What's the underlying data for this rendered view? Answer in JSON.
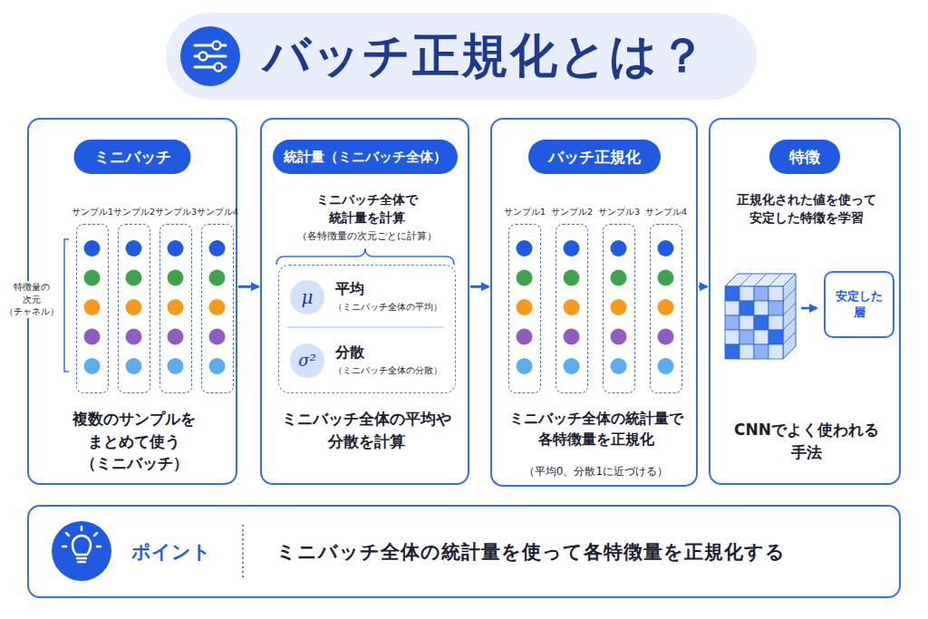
{
  "diagram": {
    "title": "バッチ正規化とは？",
    "nodes": [
      {
        "text": [
          "複数のサンプルを まとめて使う （ミニバッチ）"
        ]
      },
      {
        "text": [
          "ミニバッチ"
        ],
        "in": 0
      },
      {
        "text": [
          "サンプル1"
        ],
        "in": 0
      },
      {
        "text": [
          "サンプル2"
        ],
        "in": 0
      },
      {
        "text": [
          "サンプル3"
        ],
        "in": 0
      },
      {
        "text": [
          "サンプル4"
        ],
        "in": 0
      },
      {
        "text": [
          "ミニバッチ全体で 統計量を計算",
          "（各特徴量の次元ごとに計算）",
          "ミニバッチ全体の平均や 分散を計算"
        ]
      },
      {
        "text": [
          "統計量（ミニバッチ全体）"
        ],
        "in": 6
      },
      {
        "text": [
          "平均",
          "（ミニバッチ全体の平均）",
          "分散",
          "（ミニバッチ全体の分散）"
        ],
        "in": 6
      },
      {
        "text": [
          "μ"
        ],
        "in": 8
      },
      {
        "text": [
          "σ²"
        ],
        "in": 8
      },
      {
        "text": [
          "ミニバッチ全体の統計量で 各特徴量を正規化",
          "（平均0、分散1に近づける）"
        ]
      },
      {
        "text": [
          "バッチ正規化"
        ],
        "in": 11
      },
      {
        "text": [
          "サンプル1"
        ],
        "in": 11
      },
      {
        "text": [
          "サンプル2"
        ],
        "in": 11
      },
      {
        "text": [
          "サンプル3"
        ],
        "in": 11
      },
      {
        "text": [
          "サンプル4"
        ],
        "in": 11
      },
      {
        "text": [
          "正規化された値を使って 安定した特徴を学習",
          "CNNでよく使われる 手法"
        ]
      },
      {
        "text": [
          "特徴"
        ],
        "in": 17
      },
      {
        "text": [
          "安定した 層"
        ],
        "in": 17
      },
      {
        "text": [
          "ポイント",
          "ミニバッチ全体の統計量を使って各特徴量を正規化する"
        ]
      }
    ],
    "edges": [
      {
        "from": 0,
        "to": 6,
        "arrow": "to"
      },
      {
        "from": 6,
        "to": 11,
        "arrow": "to"
      },
      {
        "from": 11,
        "to": 17,
        "arrow": "to"
      }
    ],
    "labels": [
      "特徴量の 次元 （チャネル）"
    ]
  }
}
